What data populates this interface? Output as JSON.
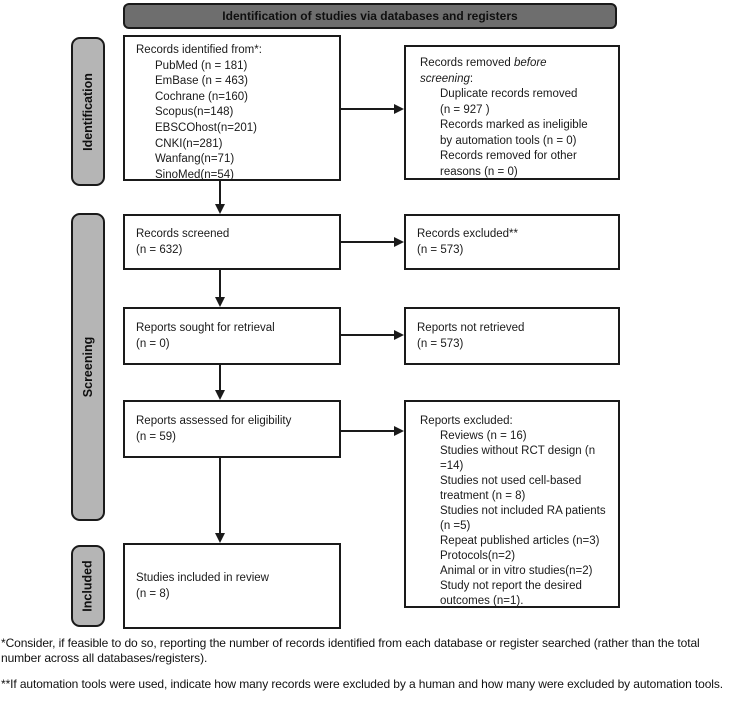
{
  "header": {
    "title": "Identification of studies via databases and registers"
  },
  "stages": {
    "identification": "Identification",
    "screening": "Screening",
    "included": "Included"
  },
  "boxes": {
    "records_identified": {
      "title": "Records identified from*:",
      "items": [
        "PubMed (n = 181)",
        "EmBase (n = 463)",
        "Cochrane (n=160)",
        "Scopus(n=148)",
        "EBSCOhost(n=201)",
        "CNKI(n=281)",
        "Wanfang(n=71)",
        "SinoMed(n=54)"
      ]
    },
    "records_removed": {
      "title_normal": "Records removed ",
      "title_italic_line1": "before",
      "title_italic_line2": "screening",
      "title_suffix": ":",
      "items": [
        "Duplicate records removed\n(n = 927 )",
        "Records marked as ineligible\nby automation tools (n = 0)",
        "Records removed for other\nreasons (n = 0)"
      ]
    },
    "records_screened": {
      "line1": "Records screened",
      "line2": "(n = 632)"
    },
    "records_excluded": {
      "line1": "Records excluded**",
      "line2": "(n = 573)"
    },
    "reports_sought": {
      "line1": "Reports sought for retrieval",
      "line2": "(n = 0)"
    },
    "reports_not_retrieved": {
      "line1": "Reports not retrieved",
      "line2": "(n = 573)"
    },
    "reports_assessed": {
      "line1": "Reports assessed for eligibility",
      "line2": "(n = 59)"
    },
    "reports_excluded": {
      "title": "Reports excluded:",
      "items": [
        "Reviews (n = 16)",
        "Studies without RCT design (n\n=14)",
        "Studies not used cell-based\ntreatment (n = 8)",
        "Studies not included RA patients\n(n =5)",
        "Repeat published articles (n=3)",
        "Protocols(n=2)",
        "Animal or in vitro studies(n=2)",
        "Study not report the desired\noutcomes (n=1)."
      ]
    },
    "studies_included": {
      "line1": "Studies included in review",
      "line2": "(n = 8)"
    }
  },
  "footnotes": {
    "first": "*Consider, if feasible to do so, reporting the number of records identified from each database or register searched (rather than the total number across all databases/registers).",
    "second": "**If automation tools were used, indicate how many records were excluded by a human and how many were excluded by automation tools."
  },
  "colors": {
    "header_fill": "#6e6e6e",
    "stage_fill": "#b5b5b5",
    "line": "#1a1a1a",
    "box_fill": "#ffffff"
  }
}
